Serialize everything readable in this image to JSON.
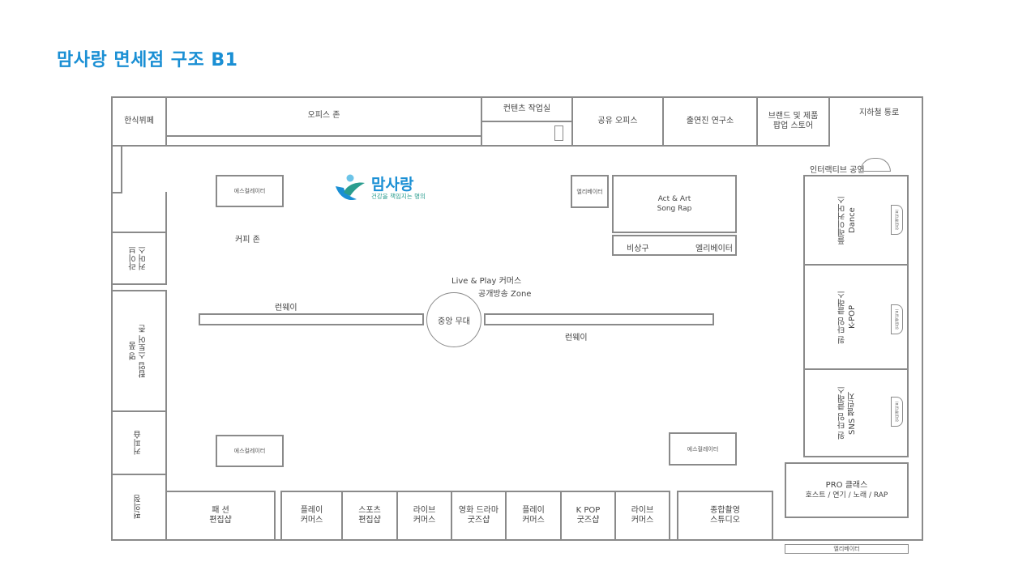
{
  "title": "맘사랑 면세점 구조  B1",
  "brand": {
    "name": "맘사랑",
    "tagline": "건강을 책임지는 명의",
    "colors": {
      "primary": "#1a8fd4",
      "secondary": "#2a9d8f",
      "accent": "#6cc4e8"
    }
  },
  "top_row": {
    "korean_buffet": "한식뷔페",
    "office_zone": "오피스 존",
    "content_studio": "컨텐츠 작업실",
    "shared_office": "공유 오피스",
    "cast_lab": "출연진 연구소",
    "brand_popup": "브랜드 및 제품\n팝업 스토어",
    "subway_passage": "지하철 통로"
  },
  "center": {
    "escalator_top": "에스컬레이터",
    "coffee_zone": "커피 존",
    "elevator_small": "엘리베이터",
    "act_art": "Act & Art\nSong Rap",
    "emergency_exit": "비상구",
    "elevator_right": "엘리베이터",
    "live_play": "Live & Play 커머스",
    "broadcast_zone": "공개방송  Zone",
    "runway_left": "런웨이",
    "central_stage": "중앙 무대",
    "runway_right": "런웨이",
    "escalator_bottom_left": "에스컬레이터",
    "escalator_bottom_right": "에스컬레이터"
  },
  "left_column": {
    "live_commerce": "라이브\n커머스",
    "luxury_popup": "명  품\n팝업 스토어 존",
    "coffee_shop": "커피숍",
    "convenience_store": "편의점"
  },
  "right_column": {
    "interactive_show": "인터랙티브 공연",
    "play_commerce_dance": "플레이커머스\nDance",
    "one_time_kpop": "원 타임 클래스\nK-POP",
    "one_time_sns": "원 타임 클래스\nSNS 챌린지",
    "interactive_badge": "인터랙티브",
    "pro_class": "PRO 클래스",
    "pro_class_sub": "호스트 / 연기 / 노래 / RAP",
    "elevator_bottom": "엘리베이터"
  },
  "bottom_row": [
    {
      "label": "패  션\n편집샵"
    },
    {
      "label": "플레이\n커머스"
    },
    {
      "label": "스포츠\n편집샵"
    },
    {
      "label": "라이브\n커머스"
    },
    {
      "label": "영화 드라마\n굿즈샵"
    },
    {
      "label": "플레이\n커머스"
    },
    {
      "label": "K POP\n굿즈샵"
    },
    {
      "label": "라이브\n커머스"
    },
    {
      "label": "종합촬영\n스튜디오"
    }
  ]
}
